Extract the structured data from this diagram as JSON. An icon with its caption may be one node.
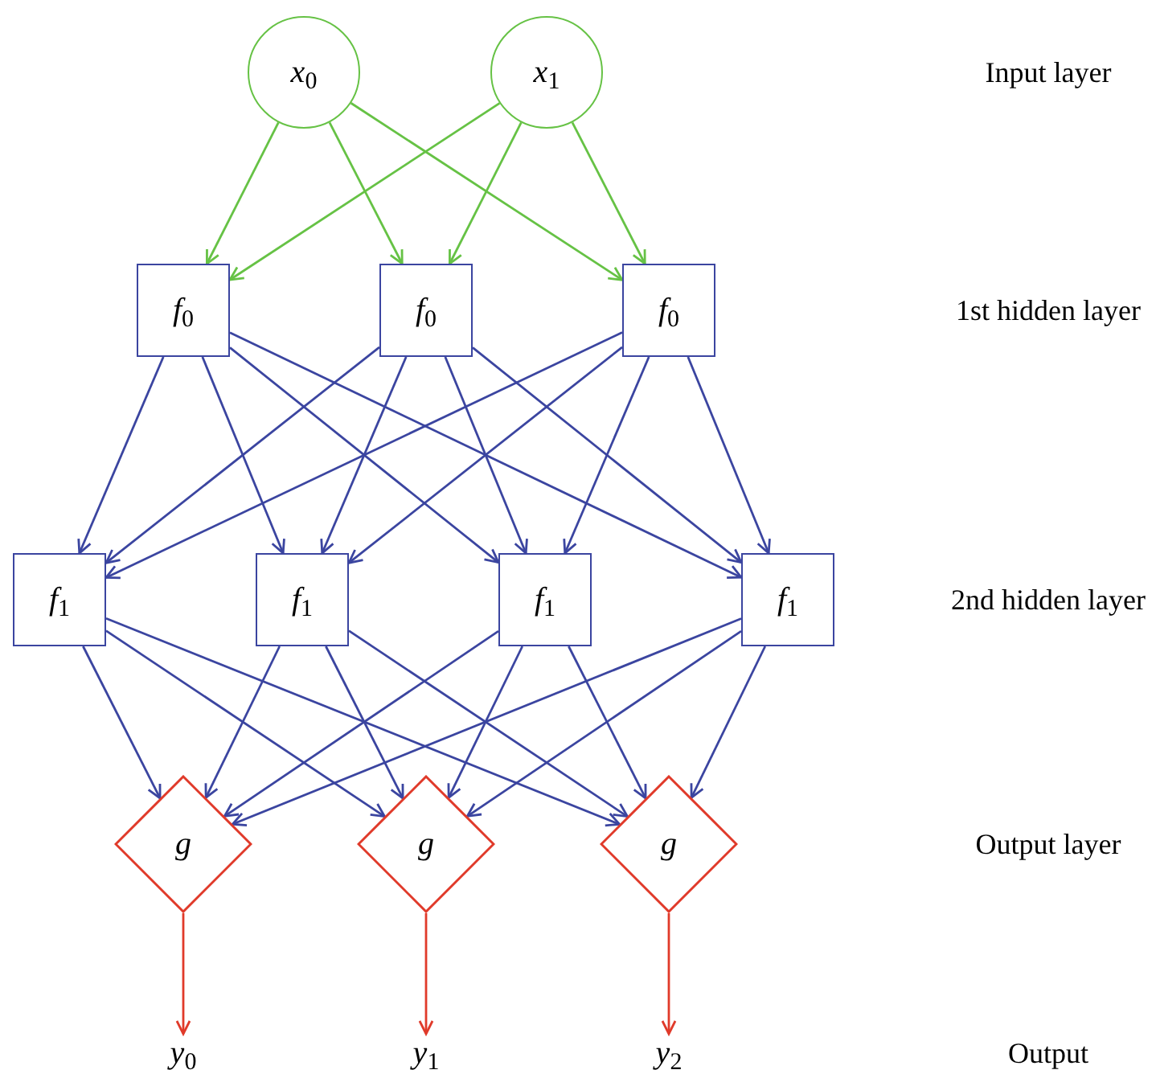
{
  "diagram": {
    "nodes": [
      {
        "text": [
          "*x*$_{0}$"
        ]
      },
      {
        "text": [
          "*x*$_{1}$"
        ]
      },
      {
        "text": [
          "*f*$_{0}$"
        ]
      },
      {
        "text": [
          "*f*$_{0}$"
        ]
      },
      {
        "text": [
          "*f*$_{0}$"
        ]
      },
      {
        "text": [
          "*f*$_{1}$"
        ]
      },
      {
        "text": [
          "*f*$_{1}$"
        ]
      },
      {
        "text": [
          "*f*$_{1}$"
        ]
      },
      {
        "text": [
          "*f*$_{1}$"
        ]
      },
      {
        "text": [
          "g"
        ]
      },
      {
        "text": [
          "g"
        ]
      },
      {
        "text": [
          "g"
        ]
      },
      {
        "text": [
          "*y*$_{0}$"
        ]
      },
      {
        "text": [
          "*y*$_{1}$"
        ]
      },
      {
        "text": [
          "*y*$_{2}$"
        ]
      }
    ],
    "edges": [
      {
        "from": 0,
        "to": 2,
        "arrow": "to",
        "color": "#66c245"
      },
      {
        "from": 0,
        "to": 3,
        "arrow": "to",
        "color": "#66c245"
      },
      {
        "from": 0,
        "to": 4,
        "arrow": "to",
        "color": "#66c245"
      },
      {
        "from": 1,
        "to": 2,
        "arrow": "to",
        "color": "#66c245"
      },
      {
        "from": 1,
        "to": 3,
        "arrow": "to",
        "color": "#66c245"
      },
      {
        "from": 1,
        "to": 4,
        "arrow": "to",
        "color": "#66c245"
      },
      {
        "from": 2,
        "to": 5,
        "arrow": "to"
      },
      {
        "from": 2,
        "to": 6,
        "arrow": "to"
      },
      {
        "from": 2,
        "to": 7,
        "arrow": "to"
      },
      {
        "from": 2,
        "to": 8,
        "arrow": "to"
      },
      {
        "from": 3,
        "to": 5,
        "arrow": "to"
      },
      {
        "from": 3,
        "to": 6,
        "arrow": "to"
      },
      {
        "from": 3,
        "to": 7,
        "arrow": "to"
      },
      {
        "from": 3,
        "to": 8,
        "arrow": "to"
      },
      {
        "from": 4,
        "to": 5,
        "arrow": "to"
      },
      {
        "from": 4,
        "to": 6,
        "arrow": "to"
      },
      {
        "from": 4,
        "to": 7,
        "arrow": "to"
      },
      {
        "from": 4,
        "to": 8,
        "arrow": "to"
      },
      {
        "from": 5,
        "to": 9,
        "arrow": "to"
      },
      {
        "from": 5,
        "to": 10,
        "arrow": "to"
      },
      {
        "from": 5,
        "to": 11,
        "arrow": "to"
      },
      {
        "from": 6,
        "to": 9,
        "arrow": "to"
      },
      {
        "from": 6,
        "to": 10,
        "arrow": "to"
      },
      {
        "from": 6,
        "to": 11,
        "arrow": "to"
      },
      {
        "from": 7,
        "to": 9,
        "arrow": "to"
      },
      {
        "from": 7,
        "to": 10,
        "arrow": "to"
      },
      {
        "from": 7,
        "to": 11,
        "arrow": "to"
      },
      {
        "from": 8,
        "to": 9,
        "arrow": "to"
      },
      {
        "from": 8,
        "to": 10,
        "arrow": "to"
      },
      {
        "from": 8,
        "to": 11,
        "arrow": "to"
      },
      {
        "from": 9,
        "to": 12,
        "arrow": "to",
        "color": "#e03a2a"
      },
      {
        "from": 10,
        "to": 13,
        "arrow": "to",
        "color": "#e03a2a"
      },
      {
        "from": 11,
        "to": 14,
        "arrow": "to",
        "color": "#e03a2a"
      }
    ],
    "labels": [
      "Input layer",
      "1st hidden layer",
      "2nd hidden layer",
      "Output layer",
      "Output"
    ]
  }
}
